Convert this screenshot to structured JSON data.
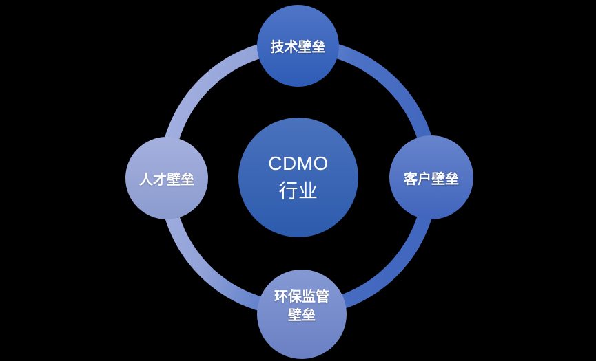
{
  "diagram": {
    "type": "cycle",
    "background_color": "#000000",
    "center": {
      "label": "CDMO 行业",
      "lines": [
        "CDMO",
        "行业"
      ]
    },
    "nodes": [
      {
        "position": "top",
        "label": "技术壁垒",
        "lines": [
          "技术壁垒"
        ]
      },
      {
        "position": "right",
        "label": "客户壁垒",
        "lines": [
          "客户壁垒"
        ]
      },
      {
        "position": "bottom",
        "label": "环保监管壁垒",
        "lines": [
          "环保监管",
          "壁垒"
        ]
      },
      {
        "position": "left",
        "label": "人才壁垒",
        "lines": [
          "人才壁垒"
        ]
      }
    ],
    "colors": {
      "text": "#ffffff",
      "center_gradient": [
        "#4a72bd",
        "#2d5bad"
      ],
      "top_gradient": [
        "#4f75c7",
        "#2e5cb6"
      ],
      "right_gradient": [
        "#6784cc",
        "#4165bc"
      ],
      "bottom_gradient": [
        "#8599d4",
        "#6a80c3"
      ],
      "left_gradient": [
        "#a5b0de",
        "#8b9bce"
      ],
      "ring_gradient": [
        "#a6b2e2",
        "#93a3d8",
        "#4c72c6",
        "#4267be"
      ]
    }
  }
}
